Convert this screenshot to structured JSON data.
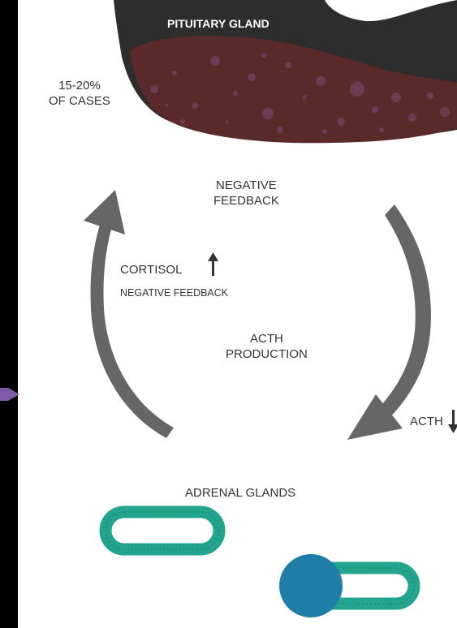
{
  "diagram": {
    "pituitary_label": "PITUITARY GLAND",
    "cases_line1": "15-20%",
    "cases_line2": "OF CASES",
    "neg_feedback_line1": "NEGATIVE",
    "neg_feedback_line2": "FEEDBACK",
    "cortisol_label": "CORTISOL",
    "cortisol_sub": "NEGATIVE FEEDBACK",
    "acth_prod_line1": "ACTH",
    "acth_prod_line2": "PRODUCTION",
    "acth_label": "ACTH",
    "adrenal_label": "ADRENAL GLANDS"
  },
  "colors": {
    "background": "#ffffff",
    "frame": "#000000",
    "pituitary_dark": "#2d2d2d",
    "pituitary_tissue": "#5a2a2a",
    "tissue_spots": "#6e3a55",
    "arrow": "#666666",
    "adrenal": "#23a48f",
    "tumor": "#1f7ea8",
    "side_arrow": "#7f5aa8"
  }
}
